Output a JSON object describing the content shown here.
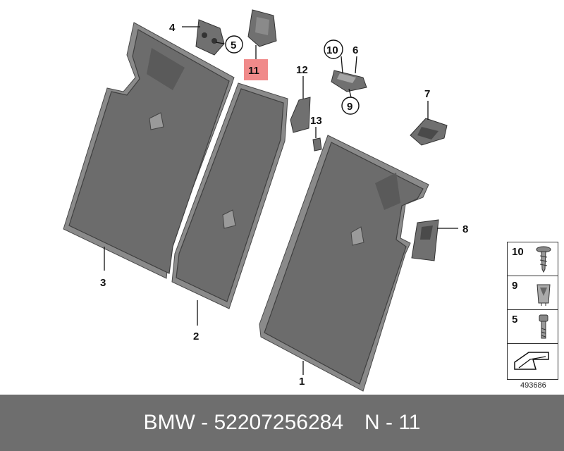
{
  "callouts": {
    "c1": "1",
    "c2": "2",
    "c3": "3",
    "c4": "4",
    "c5": "5",
    "c6": "6",
    "c7": "7",
    "c8": "8",
    "c9": "9",
    "c10": "10",
    "c11": "11",
    "c12": "12",
    "c13": "13"
  },
  "highlight_color": "#f08a8a",
  "legend": [
    {
      "num": "10",
      "icon": "screw-icon"
    },
    {
      "num": "9",
      "icon": "clip-nut-icon"
    },
    {
      "num": "5",
      "icon": "bolt-icon"
    },
    {
      "num": "",
      "icon": "direction-arrow-icon"
    }
  ],
  "diagram_id": "493686",
  "footer": {
    "part_text": "BMW - 52207256284",
    "ref_text": "N - 11"
  }
}
